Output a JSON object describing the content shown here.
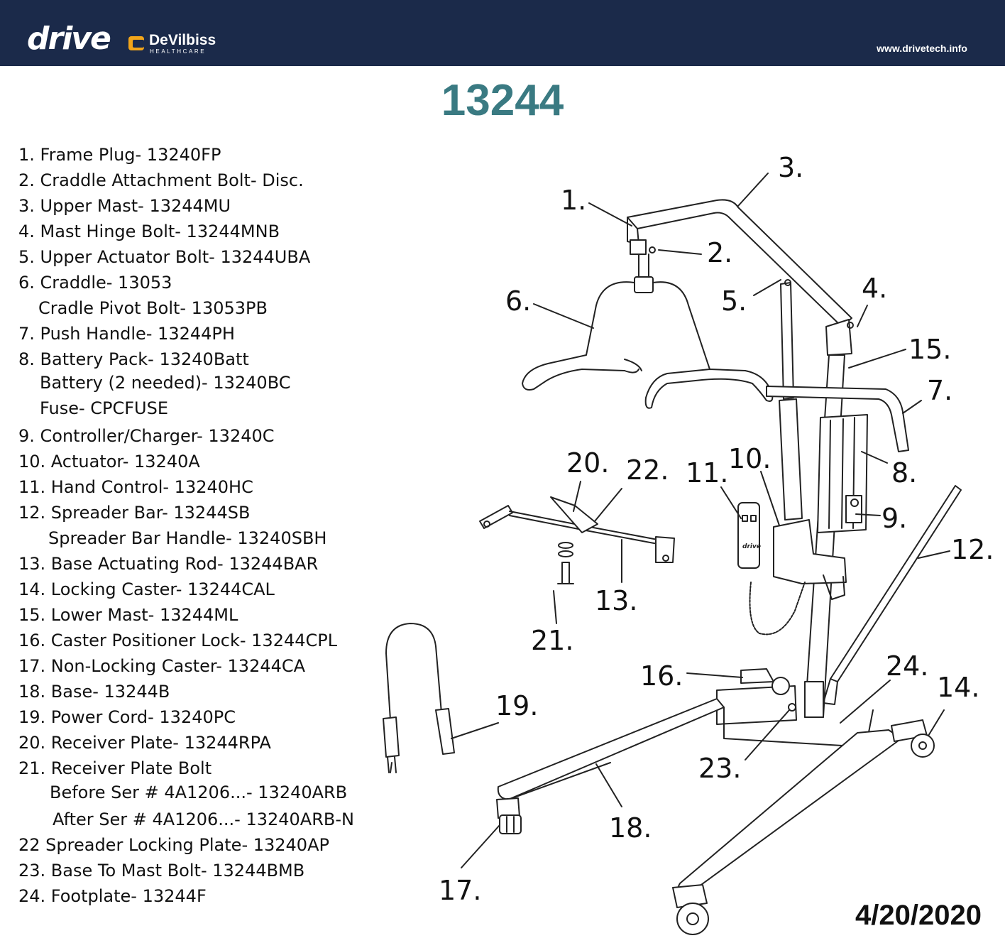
{
  "header": {
    "brand": "drive",
    "partner_name": "DeVilbiss",
    "partner_sub": "HEALTHCARE",
    "url": "www.drivetech.info",
    "background": "#1b2a4a"
  },
  "title": "13244",
  "title_color": "#3a7a82",
  "parts": [
    "1. Frame Plug- 13240FP",
    "2. Craddle Attachment Bolt- Disc.",
    "3. Upper Mast- 13244MU",
    "4. Mast Hinge Bolt- 13244MNB",
    "5. Upper Actuator Bolt- 13244UBA",
    "6. Craddle- 13053",
    "Cradle Pivot Bolt- 13053PB",
    "7. Push Handle- 13244PH",
    "8. Battery Pack- 13240Batt",
    "Battery (2 needed)- 13240BC",
    "Fuse- CPCFUSE",
    "9. Controller/Charger- 13240C",
    "10. Actuator- 13240A",
    "11. Hand Control- 13240HC",
    "12. Spreader Bar- 13244SB",
    "Spreader Bar Handle- 13240SBH",
    "13. Base Actuating Rod- 13244BAR",
    "14. Locking Caster- 13244CAL",
    "15. Lower Mast- 13244ML",
    "16. Caster Positioner Lock- 13244CPL",
    "17. Non-Locking Caster- 13244CA",
    "18. Base- 13244B",
    "19. Power Cord- 13240PC",
    "20. Receiver Plate- 13244RPA",
    "21. Receiver Plate Bolt",
    "Before Ser # 4A1206...- 13240ARB",
    "After Ser # 4A1206...- 13240ARB-N",
    "22  Spreader Locking Plate- 13240AP",
    "23. Base To Mast Bolt- 13244BMB",
    "24. Footplate- 13244F"
  ],
  "callouts": [
    "1.",
    "2.",
    "3.",
    "4.",
    "5.",
    "6.",
    "7.",
    "8.",
    "9.",
    "10.",
    "11.",
    "12.",
    "13.",
    "14.",
    "15.",
    "16.",
    "17.",
    "18.",
    "19.",
    "20.",
    "21.",
    "22.",
    "23.",
    "24."
  ],
  "hand_control_logo": "drive",
  "date": "4/20/2020"
}
